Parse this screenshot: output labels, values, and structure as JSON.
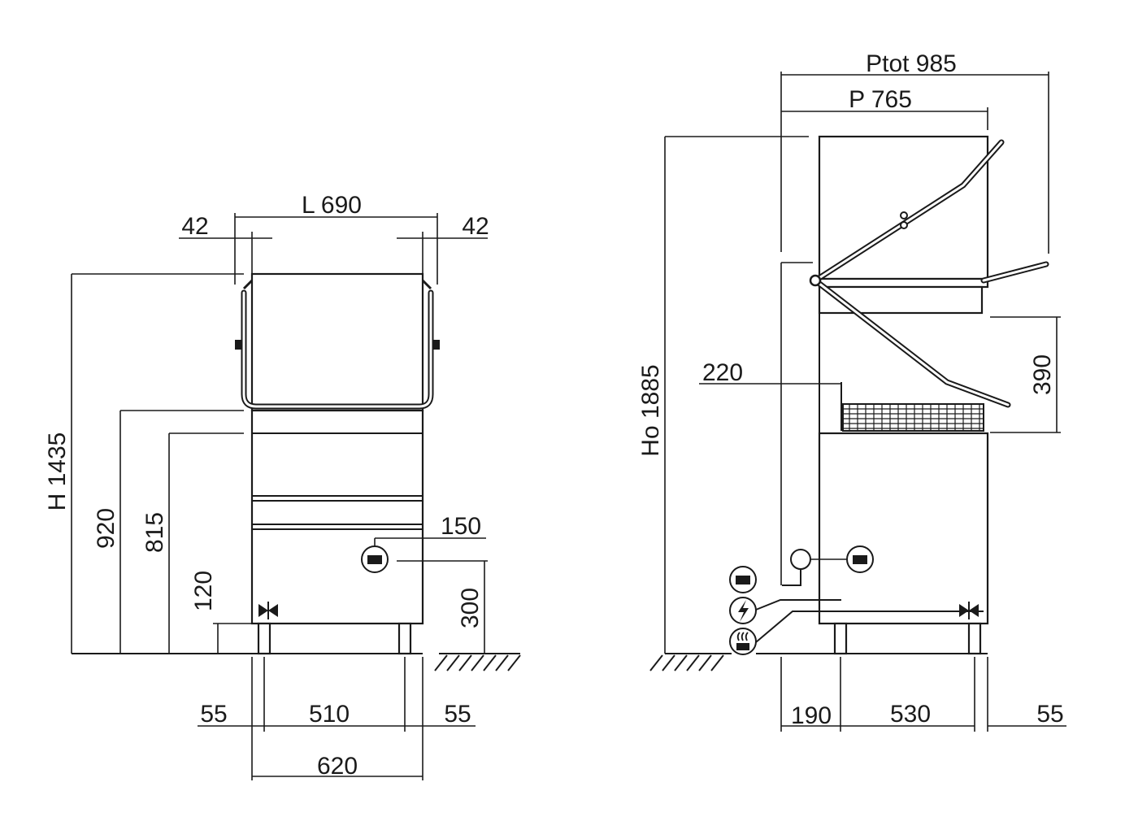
{
  "front_view": {
    "width_label": "L 690",
    "left_overhang": "42",
    "right_overhang": "42",
    "total_height": "H 1435",
    "height_920": "920",
    "height_815": "815",
    "height_120": "120",
    "drain_offset": "150",
    "drain_height": "300",
    "foot_left": "55",
    "foot_span": "510",
    "foot_right": "55",
    "base_width": "620"
  },
  "side_view": {
    "total_depth": "Ptot 985",
    "depth": "P 765",
    "open_height": "Ho 1885",
    "inlet_offset": "220",
    "hood_stroke": "390",
    "rear_offset": "190",
    "foot_span": "530",
    "front_offset": "55"
  },
  "icons": {
    "drain": "drain-icon",
    "water_inlet": "water-inlet-icon",
    "electric": "electric-icon",
    "steam": "steam-icon",
    "valve": "valve-icon"
  }
}
